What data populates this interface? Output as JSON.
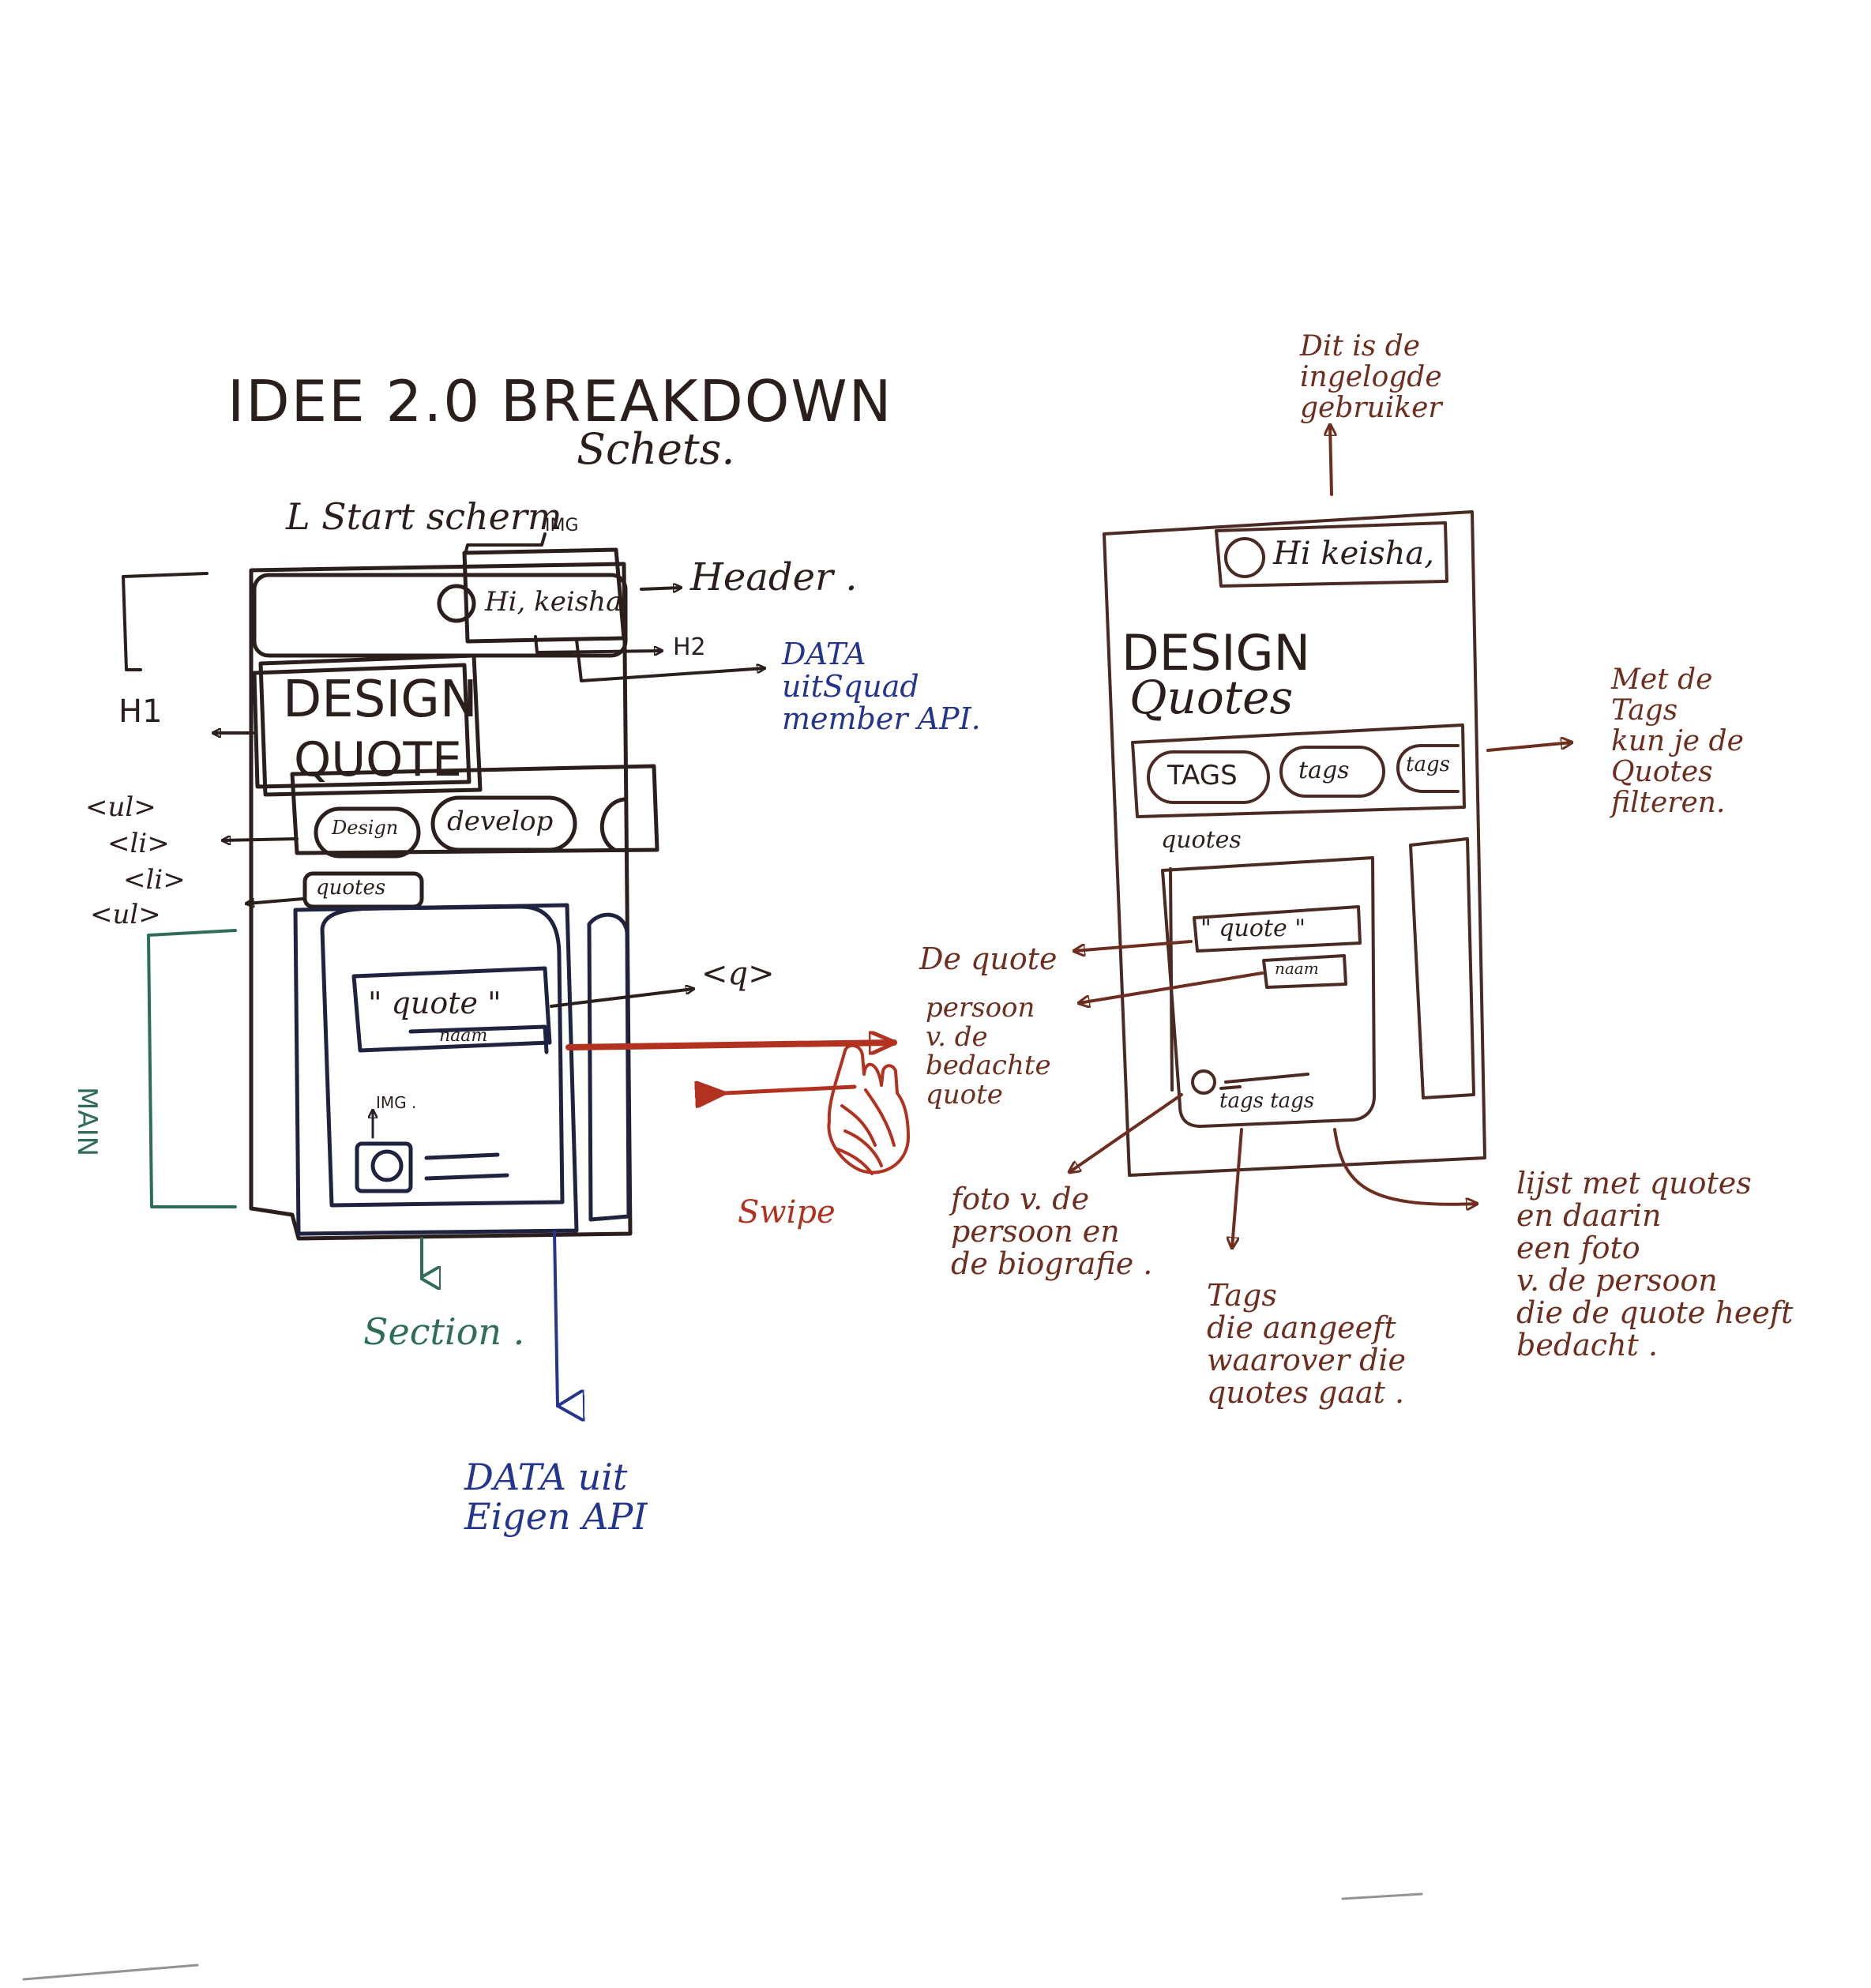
{
  "colors": {
    "black_ink": "#2a1f1c",
    "brown_ink": "#6e2e1f",
    "red_ink": "#b2321f",
    "blue_ink": "#24358f",
    "green_ink": "#2f6e55"
  },
  "title": {
    "line1": "IDEE 2.0 BREAKDOWN",
    "line2": "Schets."
  },
  "left_sketch": {
    "caption": "L Start scherm",
    "img_label": "IMG",
    "header_label": "Header .",
    "greeting": "Hi, keisha",
    "h2_label": "H2",
    "data_squad": "DATA\nuitSquad\nmember API.",
    "h1_label": "H1",
    "design_line1": "DESIGN",
    "design_line2": "QUOTE",
    "list_tags": [
      "<ul>",
      "<li>",
      "<li>",
      "<ul>"
    ],
    "tag_design": "Design",
    "tag_develop": "develop",
    "quotes_label": "quotes",
    "quote_text": "\" quote \"",
    "name_text": "naam",
    "q_label": "<q>",
    "img_label_2": "IMG .",
    "main_label": "MAIN",
    "section_label": "Section .",
    "data_own": "DATA uit\nEigen API",
    "swipe_label": "Swipe"
  },
  "right_sketch": {
    "logged_in_note": "Dit is de\ningelogde\ngebruiker",
    "greeting": "Hi keisha,",
    "design_line1": "DESIGN",
    "design_line2": "Quotes",
    "tags": [
      "TAGS",
      "tags",
      "tags"
    ],
    "tags_note": "Met de\nTags\nkun je de\nQuotes\nfilteren.",
    "quotes_label": "quotes",
    "quote_text": "\" quote \"",
    "name_text": "naam",
    "card_tags": "tags tags",
    "quote_note": "De quote",
    "person_note": "persoon\nv. de\nbedachte\nquote",
    "photo_note": "foto v. de\npersoon en\nde biografie .",
    "tags_card_note": "Tags\ndie aangeeft\nwaarover die\nquotes gaat .",
    "list_note": "lijst met quotes\nen daarin\neen foto\nv. de persoon\ndie de quote heeft\nbedacht ."
  }
}
